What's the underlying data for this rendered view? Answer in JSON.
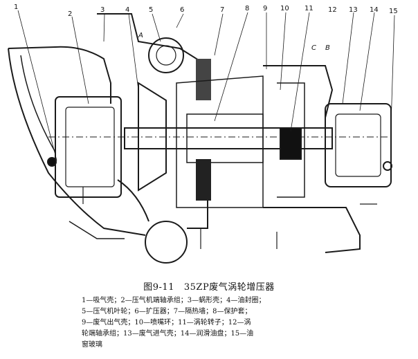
{
  "figure": {
    "callouts": [
      "1",
      "2",
      "3",
      "4",
      "5",
      "6",
      "7",
      "8",
      "9",
      "10",
      "11",
      "12",
      "13",
      "14",
      "15"
    ],
    "section_letters": [
      "A",
      "B",
      "C"
    ],
    "caption": {
      "number": "图9-11",
      "title": "35ZP废气涡轮增压器"
    },
    "legend_lines": [
      "1—吸气壳；2—压气机端轴承组；3—蜗形壳；4—油封圈；",
      "5—压气机叶轮；6—扩压器；7—隔热墙；8—保护套；",
      "9—废气出气壳；10—喷嘴环；11—涡轮转子；12—涡",
      "轮端轴承组；13—废气进气壳；14—润滑油盘；15—油",
      "窗玻璃"
    ]
  }
}
